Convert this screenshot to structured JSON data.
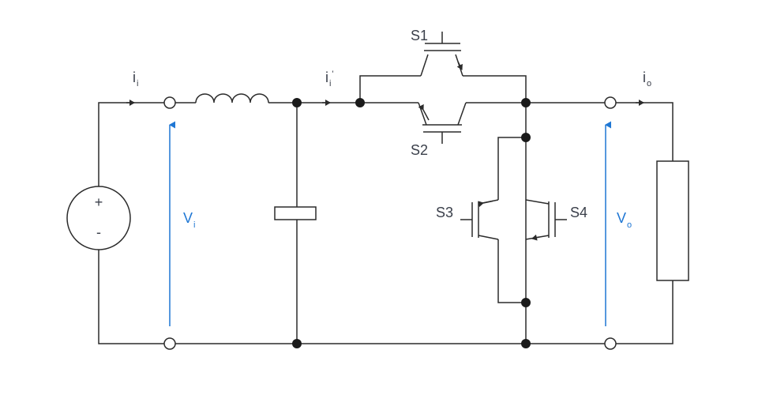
{
  "labels": {
    "ii": {
      "main": "i",
      "sub": "i"
    },
    "ii_prime": {
      "main": "i",
      "sub": "i",
      "sup": "'"
    },
    "io": {
      "main": "i",
      "sub": "o"
    },
    "vi": {
      "main": "V",
      "sub": "i"
    },
    "vo": {
      "main": "V",
      "sub": "o"
    },
    "s1": "S1",
    "s2": "S2",
    "s3": "S3",
    "s4": "S4",
    "plus": "+",
    "minus": "-"
  },
  "colors": {
    "wire": "#2b2b2b",
    "text": "#3a3f4a",
    "voltage": "#1f77d4"
  }
}
